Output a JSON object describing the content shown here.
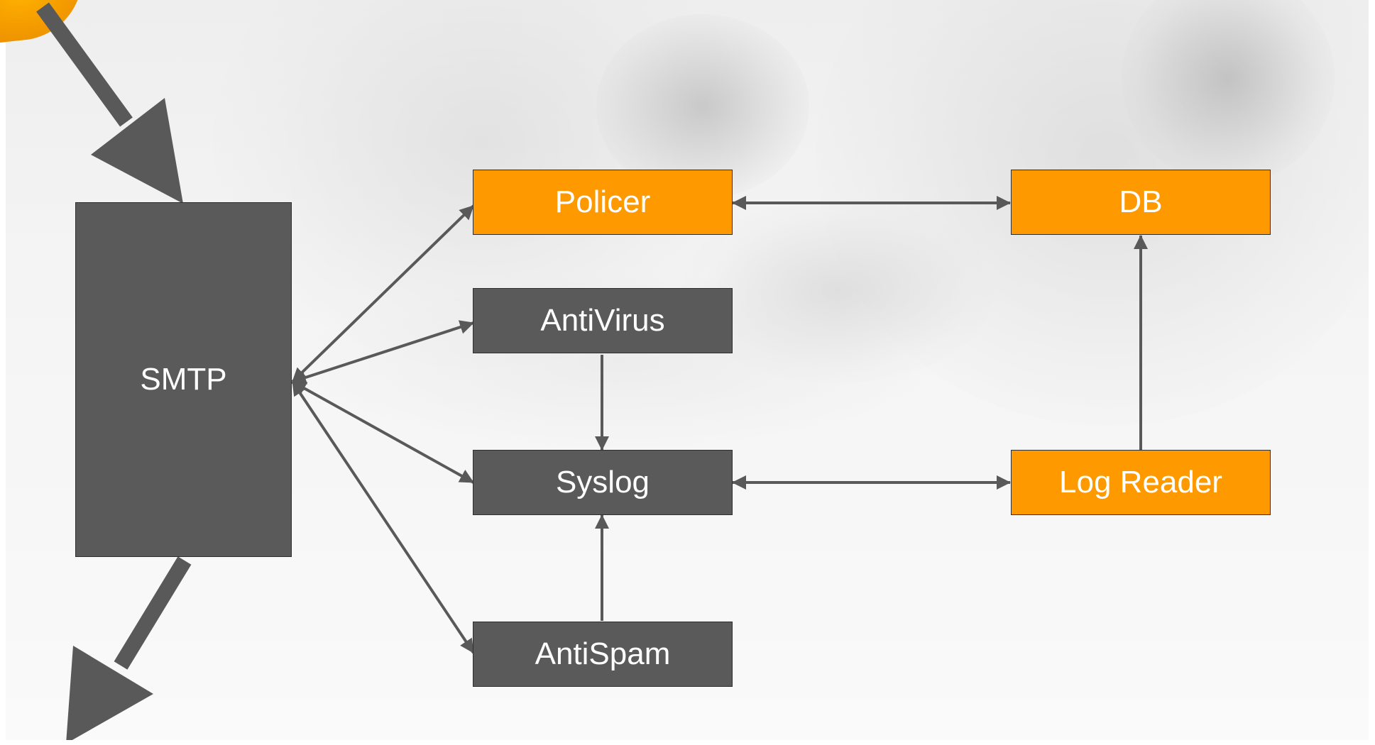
{
  "diagram": {
    "nodes": {
      "smtp": {
        "label": "SMTP",
        "color": "#5a5a5a"
      },
      "policer": {
        "label": "Policer",
        "color": "#ff9900"
      },
      "antivirus": {
        "label": "AntiVirus",
        "color": "#5a5a5a"
      },
      "syslog": {
        "label": "Syslog",
        "color": "#5a5a5a"
      },
      "antispam": {
        "label": "AntiSpam",
        "color": "#5a5a5a"
      },
      "db": {
        "label": "DB",
        "color": "#ff9900"
      },
      "logreader": {
        "label": "Log Reader",
        "color": "#ff9900"
      }
    },
    "edges": [
      {
        "from": "smtp",
        "to": "policer",
        "direction": "both"
      },
      {
        "from": "smtp",
        "to": "antivirus",
        "direction": "both"
      },
      {
        "from": "smtp",
        "to": "syslog",
        "direction": "both"
      },
      {
        "from": "smtp",
        "to": "antispam",
        "direction": "both"
      },
      {
        "from": "policer",
        "to": "db",
        "direction": "both"
      },
      {
        "from": "syslog",
        "to": "logreader",
        "direction": "both"
      },
      {
        "from": "antivirus",
        "to": "syslog",
        "direction": "forward"
      },
      {
        "from": "antispam",
        "to": "syslog",
        "direction": "forward"
      },
      {
        "from": "logreader",
        "to": "db",
        "direction": "forward"
      }
    ],
    "flows": [
      {
        "name": "incoming",
        "target": "smtp"
      },
      {
        "name": "outgoing",
        "source": "smtp"
      }
    ],
    "colors": {
      "accent": "#ff9900",
      "dark": "#5a5a5a",
      "arrow": "#595959"
    }
  }
}
